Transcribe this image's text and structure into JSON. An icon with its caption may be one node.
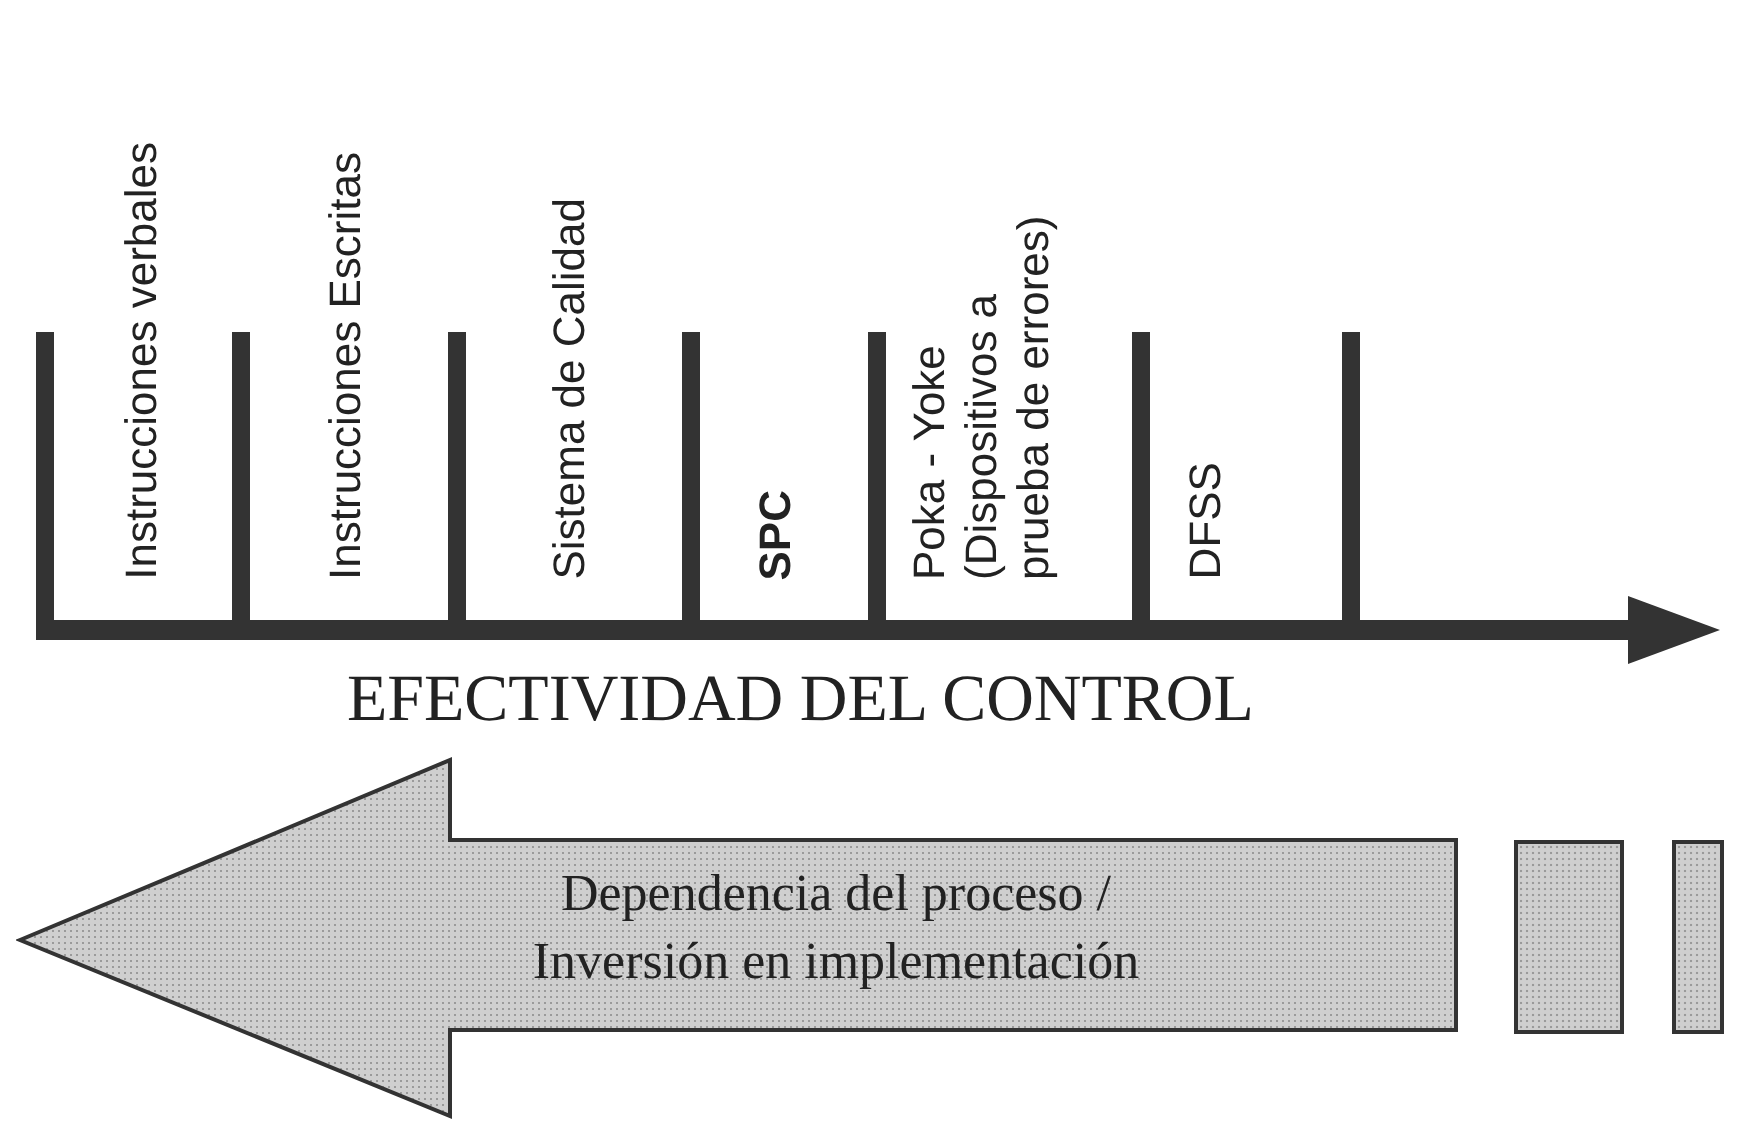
{
  "diagram": {
    "nodes": [
      {
        "text": [
          "Dependencia del proceso / Inversión en implementación"
        ]
      },
      {
        "text": [],
        "shape": "bar"
      },
      {
        "text": [],
        "shape": "bar"
      }
    ],
    "labels": [
      "Instrucciones verbales",
      "Instrucciones Escritas",
      "Sistema de Calidad",
      "SPC",
      "Poka - Yoke (Dispositivos a prueba de errores)",
      "DFSS",
      "EFECTIVIDAD DEL CONTROL"
    ]
  }
}
